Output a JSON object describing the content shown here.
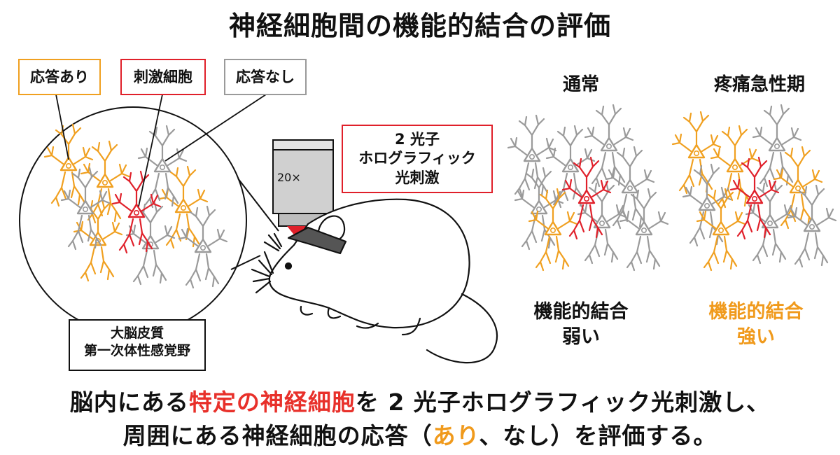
{
  "title": "神経細胞間の機能的結合の評価",
  "legend": {
    "responsive": "応答あり",
    "stimulated": "刺激細胞",
    "unresponsive": "応答なし"
  },
  "cortex_label": {
    "line1": "大脳皮質",
    "line2": "第一次体性感覚野"
  },
  "objective_label": "20×",
  "stim_label": {
    "line1": "2 光子",
    "line2": "ホログラフィック",
    "line3": "光刺激"
  },
  "conditions": {
    "normal": {
      "heading": "通常",
      "result_line1": "機能的結合",
      "result_line2": "弱い"
    },
    "acute_pain": {
      "heading": "疼痛急性期",
      "result_line1": "機能的結合",
      "result_line2": "強い"
    }
  },
  "caption": {
    "line1_a": "脳内にある",
    "line1_b": "特定の神経細胞",
    "line1_c": "を 2 光子ホログラフィック光刺激し、",
    "line2_a": "周囲にある神経細胞の応答（",
    "line2_b": "あり",
    "line2_c": "、なし）を評価する。"
  },
  "colors": {
    "responsive": "#f0a020",
    "stimulated": "#e0202a",
    "unresponsive": "#9a9a9a",
    "result_strong": "#f09a1c"
  },
  "icons": [
    "neuron-icon",
    "mouse-icon",
    "objective-lens-icon",
    "laser-beam-icon"
  ]
}
